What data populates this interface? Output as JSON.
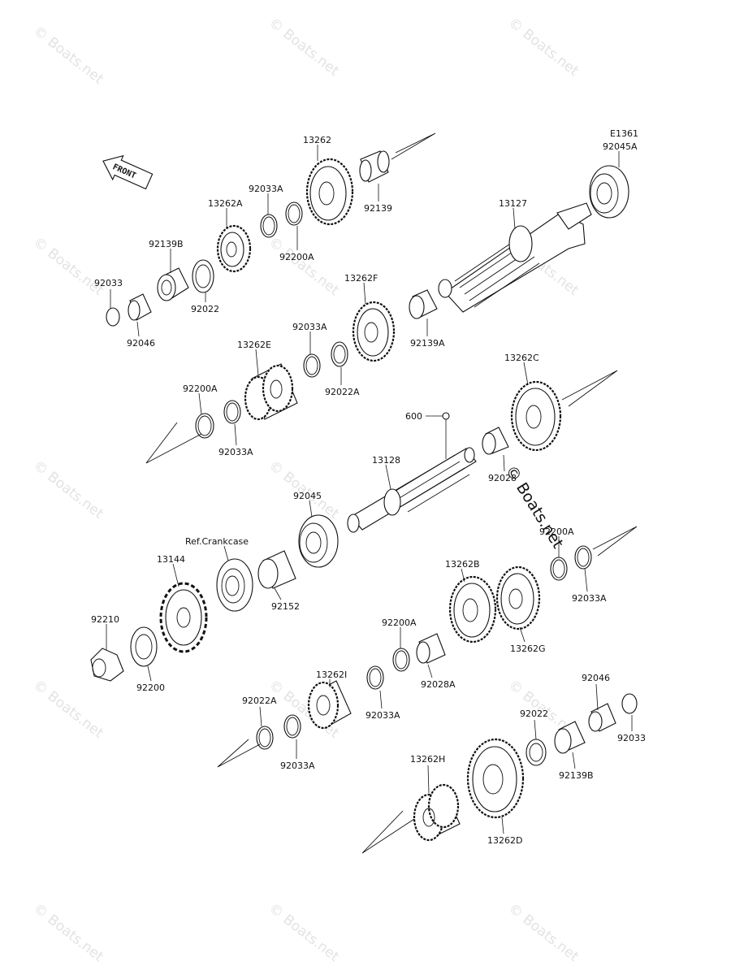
{
  "diagram_code": "E1361",
  "front_label": "FRONT",
  "reference_label": "Ref.Crankcase",
  "watermark_text": "© Boats.net",
  "parts": [
    {
      "id": "92045A",
      "label": "92045A"
    },
    {
      "id": "13262",
      "label": "13262"
    },
    {
      "id": "92139",
      "label": "92139"
    },
    {
      "id": "92033A-top",
      "label": "92033A"
    },
    {
      "id": "13262A",
      "label": "13262A"
    },
    {
      "id": "92200A-top",
      "label": "92200A"
    },
    {
      "id": "13127",
      "label": "13127"
    },
    {
      "id": "92139B-top",
      "label": "92139B"
    },
    {
      "id": "92022-top",
      "label": "92022"
    },
    {
      "id": "92033-top",
      "label": "92033"
    },
    {
      "id": "92046-top",
      "label": "92046"
    },
    {
      "id": "13262F",
      "label": "13262F"
    },
    {
      "id": "92139A",
      "label": "92139A"
    },
    {
      "id": "92033A-mid",
      "label": "92033A"
    },
    {
      "id": "92022A-mid",
      "label": "92022A"
    },
    {
      "id": "13262E",
      "label": "13262E"
    },
    {
      "id": "92200A-mid",
      "label": "92200A"
    },
    {
      "id": "92033A-mid2",
      "label": "92033A"
    },
    {
      "id": "13262C",
      "label": "13262C"
    },
    {
      "id": "600",
      "label": "600"
    },
    {
      "id": "13128",
      "label": "13128"
    },
    {
      "id": "92028",
      "label": "92028"
    },
    {
      "id": "92045",
      "label": "92045"
    },
    {
      "id": "13144",
      "label": "13144"
    },
    {
      "id": "92152",
      "label": "92152"
    },
    {
      "id": "92200A-right",
      "label": "92200A"
    },
    {
      "id": "92033A-right",
      "label": "92033A"
    },
    {
      "id": "13262B",
      "label": "13262B"
    },
    {
      "id": "13262G",
      "label": "13262G"
    },
    {
      "id": "92210",
      "label": "92210"
    },
    {
      "id": "92200",
      "label": "92200"
    },
    {
      "id": "92200A-low",
      "label": "92200A"
    },
    {
      "id": "92028A",
      "label": "92028A"
    },
    {
      "id": "13262I",
      "label": "13262I"
    },
    {
      "id": "92033A-low",
      "label": "92033A"
    },
    {
      "id": "92022A-low",
      "label": "92022A"
    },
    {
      "id": "92033A-low2",
      "label": "92033A"
    },
    {
      "id": "92046-low",
      "label": "92046"
    },
    {
      "id": "92022-low",
      "label": "92022"
    },
    {
      "id": "92033-low",
      "label": "92033"
    },
    {
      "id": "92139B-low",
      "label": "92139B"
    },
    {
      "id": "13262H",
      "label": "13262H"
    },
    {
      "id": "13262D",
      "label": "13262D"
    }
  ]
}
